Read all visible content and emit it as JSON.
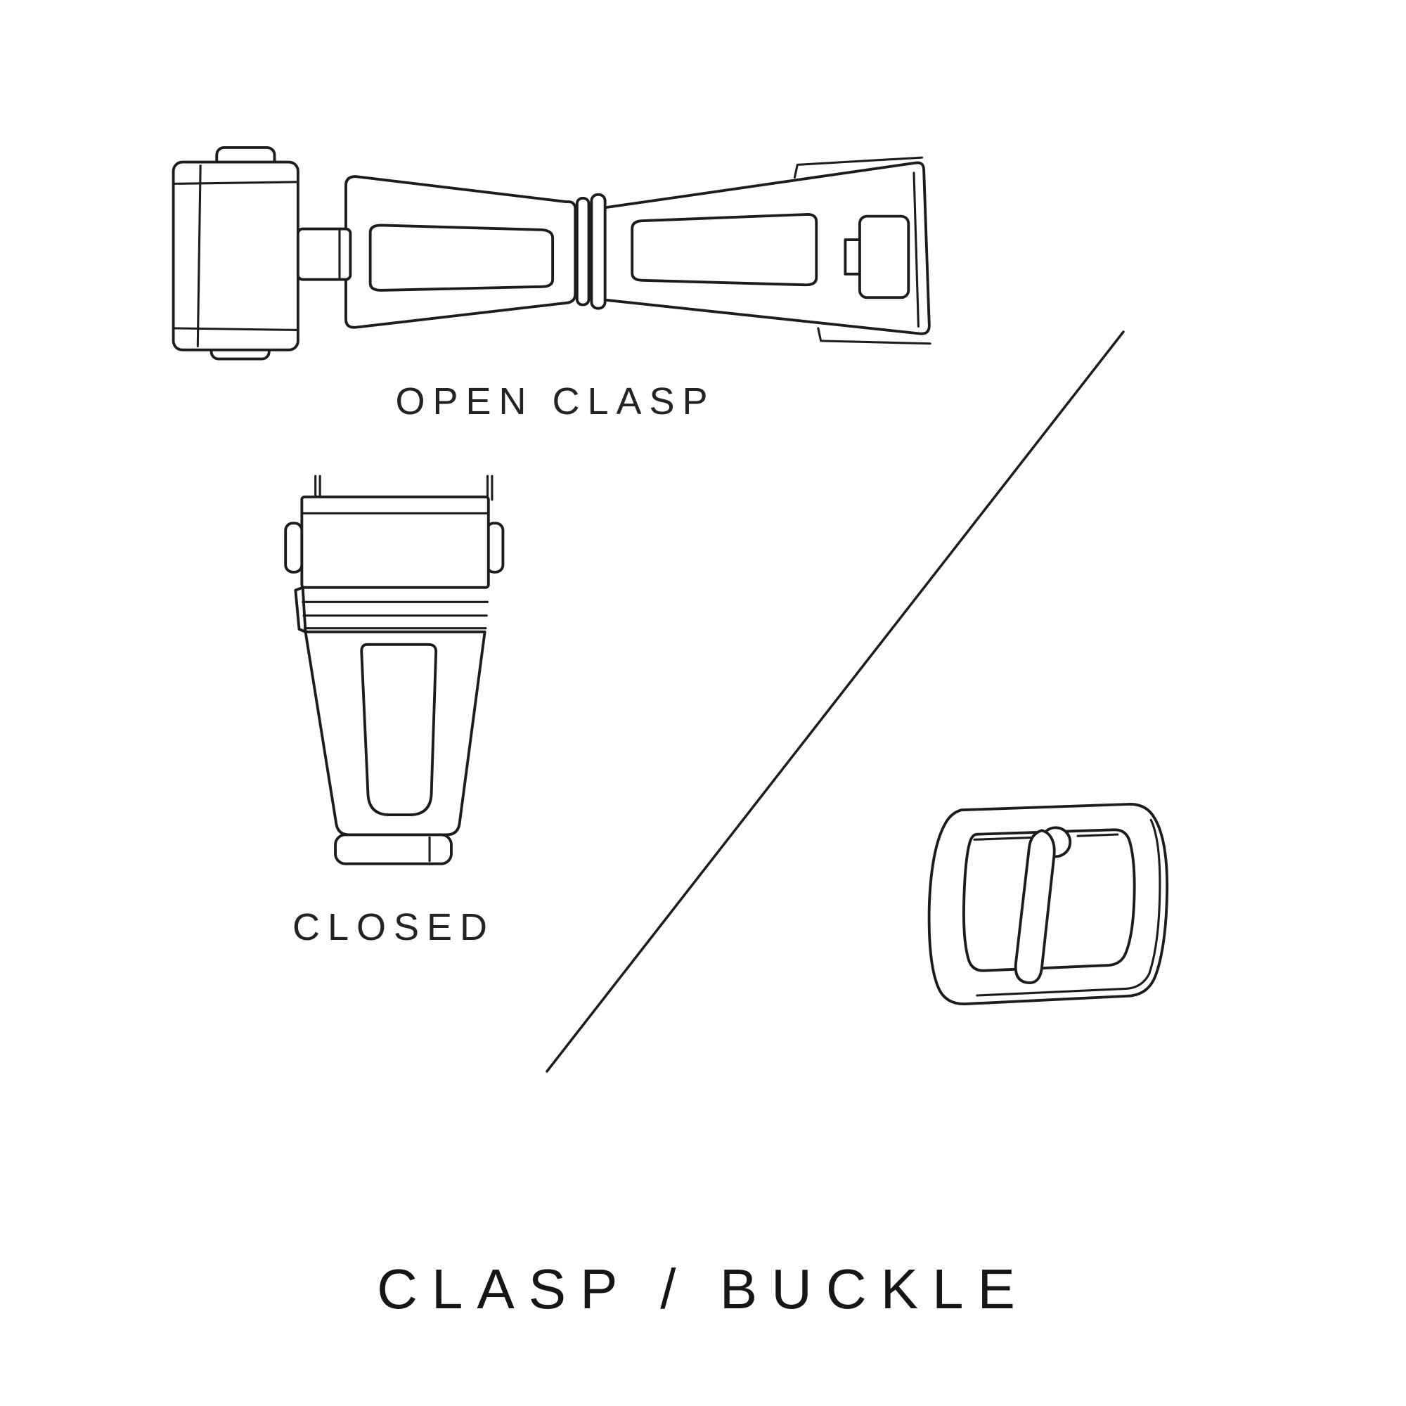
{
  "page": {
    "title": "CLASP / BUCKLE",
    "background_color": "#ffffff",
    "ink_color": "#1c1c1c"
  },
  "figures": {
    "open_clasp": {
      "caption": "OPEN CLASP",
      "description": "deployant watch clasp shown open, top view line drawing"
    },
    "closed_clasp": {
      "caption": "CLOSED",
      "description": "deployant watch clasp shown closed, top view line drawing"
    },
    "buckle": {
      "description": "tang buckle with pin, three-quarter view line drawing"
    }
  }
}
